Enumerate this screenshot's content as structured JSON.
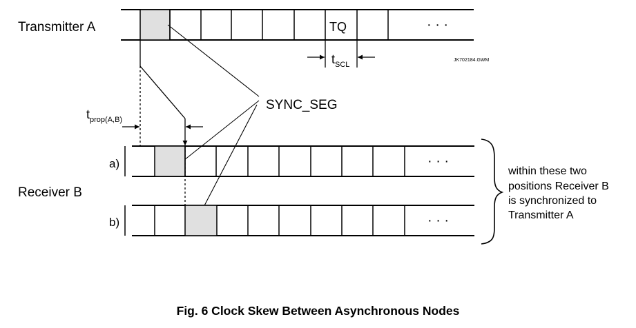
{
  "transmitter_label": "Transmitter A",
  "tq_label": "TQ",
  "tscl_label": {
    "base": "t",
    "sub": "SCL"
  },
  "ref_code": "JK702184.GWM",
  "sync_seg_label": "SYNC_SEG",
  "tprop_label": {
    "base": "t",
    "sub": "prop(A,B)"
  },
  "row_a_label": "a)",
  "row_b_label": "b)",
  "receiver_label": "Receiver B",
  "ellipsis": "· · ·",
  "brace_note_lines": [
    "within these two",
    "positions Receiver B",
    "is synchronized to",
    "Transmitter A"
  ],
  "caption": "Fig. 6  Clock Skew Between Asynchronous Nodes",
  "colors": {
    "sync_seg_fill": "#e0e0e0",
    "line": "#000000"
  }
}
